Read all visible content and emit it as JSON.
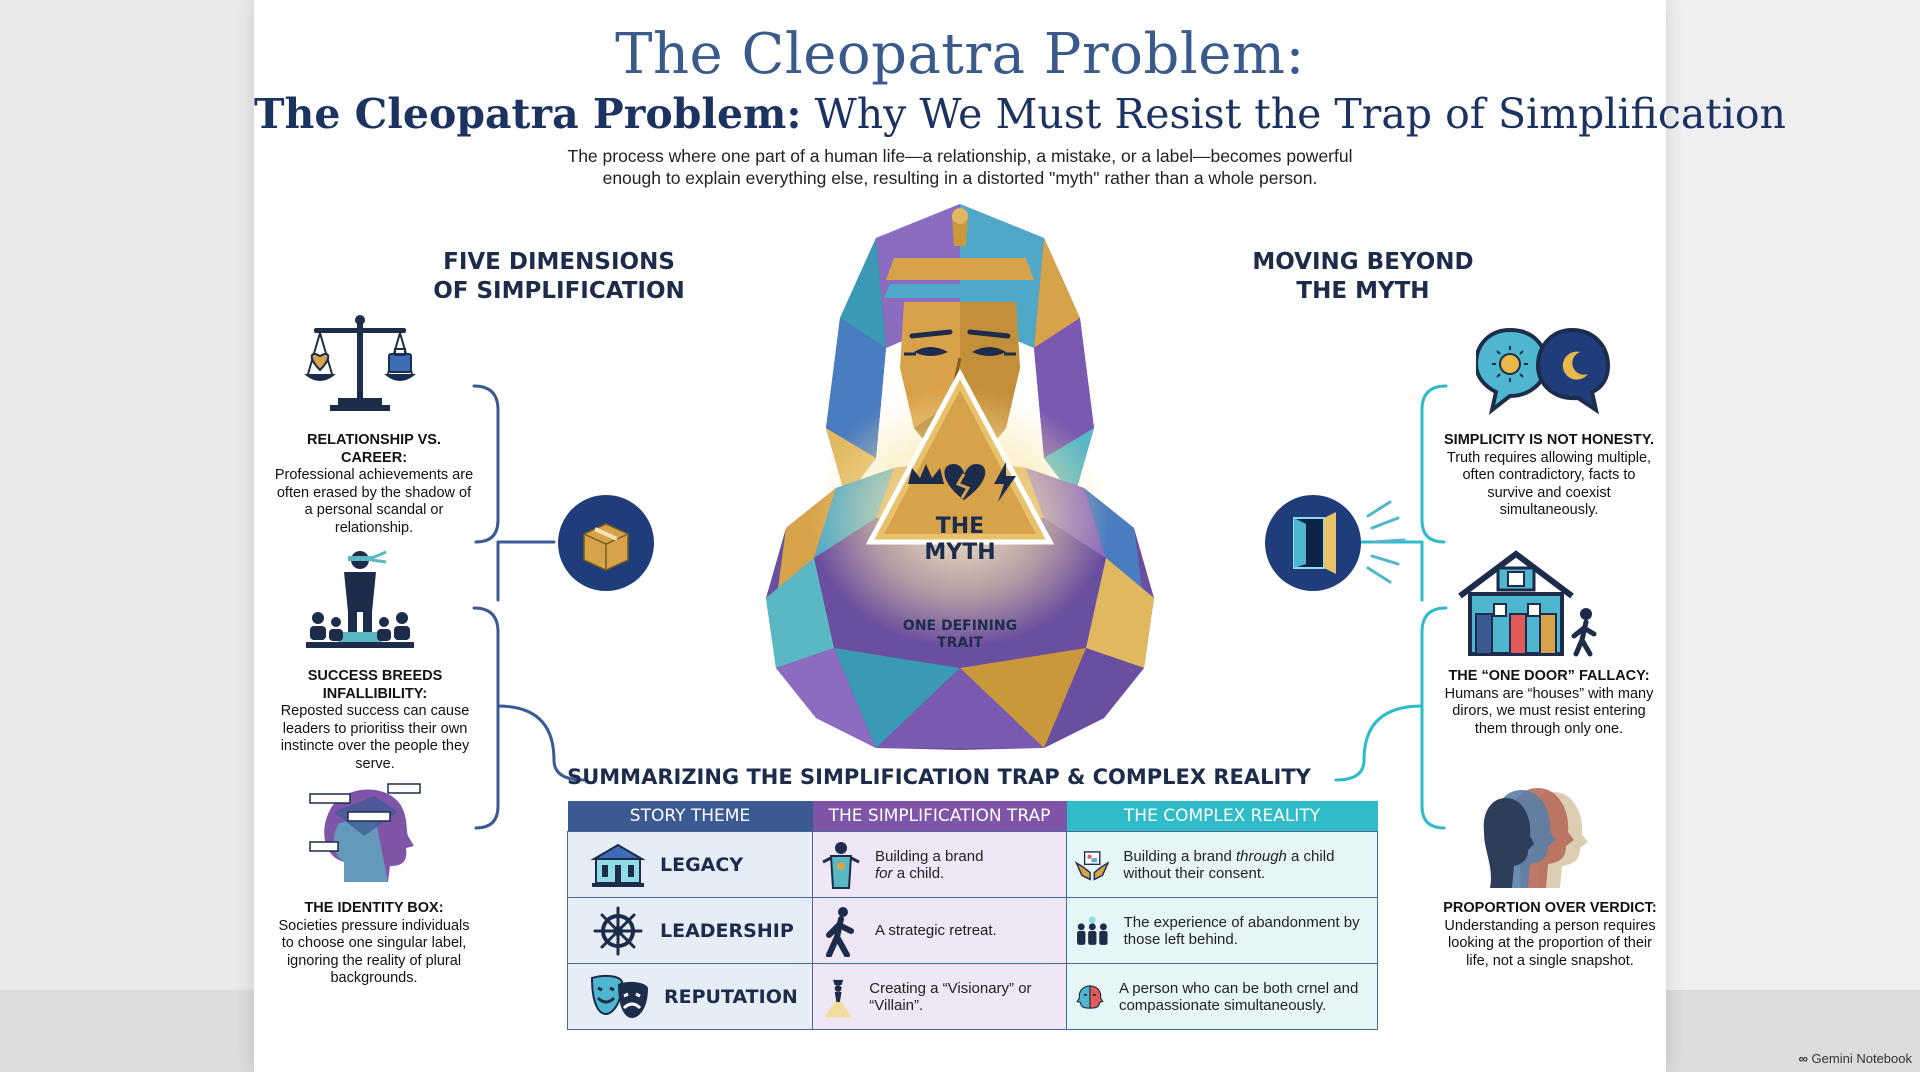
{
  "title_line1": "The Cleopatra Problem:",
  "title_line2_bold": "The Cleopatra Problem:",
  "title_line2_rest": "Why We Must Resist the Trap of Simplification",
  "subtitle_line1": "The process where one part of a human life—a relationship, a mistake, or a label—becomes powerful",
  "subtitle_line2": "enough to explain everything else, resulting in a distorted \"myth\" rather than a whole person.",
  "left_section": {
    "heading_line1": "FIVE DIMENSIONS",
    "heading_line2": "OF SIMPLIFICATION",
    "items": [
      {
        "title": "RELATIONSHIP VS. CAREER:",
        "text": "Professional achievements are often erased by the shadow of a personal scandal or relationship.",
        "icon": "scales-icon"
      },
      {
        "title": "SUCCESS BREEDS INFALLIBILITY:",
        "text": "Reposted success can cause leaders to prioritiss their own instincte over the people they serve.",
        "icon": "blindfolded-leader-icon"
      },
      {
        "title": "THE IDENTITY BOX:",
        "text": "Societies pressure individuals to choose one singular label, ignoring the reality of plural backgrounds.",
        "icon": "head-labels-icon"
      }
    ]
  },
  "right_section": {
    "heading_line1": "MOVING BEYOND",
    "heading_line2": "THE MYTH",
    "items": [
      {
        "title": "SIMPLICITY IS NOT HONESTY.",
        "text": "Truth requires allowing multiple, often contradictory, facts to survive and coexist simultaneously.",
        "icon": "speech-bubbles-icon"
      },
      {
        "title": "THE “ONE DOOR” FALLACY:",
        "text": "Humans are “houses” with many dirors, we must resist entering them through only one.",
        "icon": "house-icon"
      },
      {
        "title": "PROPORTION OVER VERDICT:",
        "text": "Understanding a person requires looking at the proportion of their life, not a single snapshot.",
        "icon": "profiles-icon"
      }
    ]
  },
  "myth": {
    "line1": "THE",
    "line2": "MYTH",
    "caption_line1": "ONE DEFINING",
    "caption_line2": "TRAIT"
  },
  "table": {
    "title": "SUMMARIZING THE SIMPLIFICATION TRAP & COMPLEX REALITY",
    "headers": [
      "STORY THEME",
      "THE SIMPLIFICATION TRAP",
      "THE COMPLEX REALITY"
    ],
    "header_colors": [
      "#3b5a94",
      "#7e55a8",
      "#2fbcc8"
    ],
    "rows": [
      {
        "theme": "LEGACY",
        "theme_icon": "building-icon",
        "trap_pre": "Building a brand",
        "trap_em": "for",
        "trap_post": "a child.",
        "trap_icon": "parent-child-icon",
        "reality_pre": "Building a brand",
        "reality_em": "through",
        "reality_post": "a child without their consent.",
        "reality_icon": "hands-photo-icon"
      },
      {
        "theme": "LEADERSHIP",
        "theme_icon": "ship-wheel-icon",
        "trap_pre": "A strategic retreat.",
        "trap_em": "",
        "trap_post": "",
        "trap_icon": "walking-man-icon",
        "reality_pre": "The experience of abandonment by those left behind.",
        "reality_em": "",
        "reality_post": "",
        "reality_icon": "group-icon"
      },
      {
        "theme": "REPUTATION",
        "theme_icon": "theatre-masks-icon",
        "trap_pre": "Creating a “Visionary” or “Villain”.",
        "trap_em": "",
        "trap_post": "",
        "trap_icon": "spotlight-figure-icon",
        "reality_pre": "A person who can be both crnel and compassionate simultaneously.",
        "reality_em": "",
        "reality_post": "",
        "reality_icon": "two-faces-icon"
      }
    ]
  },
  "watermark": "Gemini Notebook",
  "colors": {
    "navy": "#1c3260",
    "title_blue": "#3a5a8c",
    "gold": "#caa24a",
    "purple": "#7e55a8",
    "teal": "#2fbcc8"
  }
}
